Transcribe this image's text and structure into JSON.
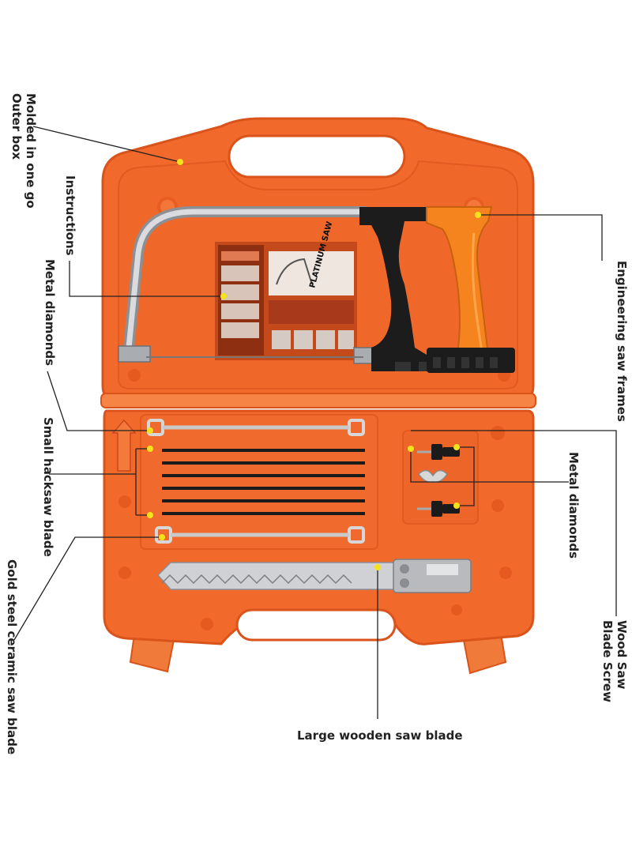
{
  "colors": {
    "case": "#f26a2b",
    "case_dark": "#d9531a",
    "case_light": "#f7834a",
    "handle": "#f5841f",
    "frame_metal": "#b9bcc0",
    "blade": "#1b1b1b",
    "callout_dot": "#f4e21c",
    "callout_line": "#222222"
  },
  "labels": {
    "molded_box": [
      "Molded in one go",
      "Outer box"
    ],
    "instructions": "Instructions",
    "metal_diamonds_left": "Metal diamonds",
    "small_hacksaw": "Small hacksaw blade",
    "gold_steel": "Gold steel ceramic saw blade",
    "engineering_frames": "Engineering saw frames",
    "metal_diamonds_right": "Metal diamonds",
    "wood_saw_screw": [
      "Wood Saw",
      "Blade Screw"
    ],
    "large_wooden": "Large wooden saw blade"
  },
  "manual": {
    "title": "PLATINUM SAW"
  },
  "icons": [
    "callout-dot-icon",
    "wing-nut-icon",
    "screw-icon",
    "arrow-icon"
  ]
}
